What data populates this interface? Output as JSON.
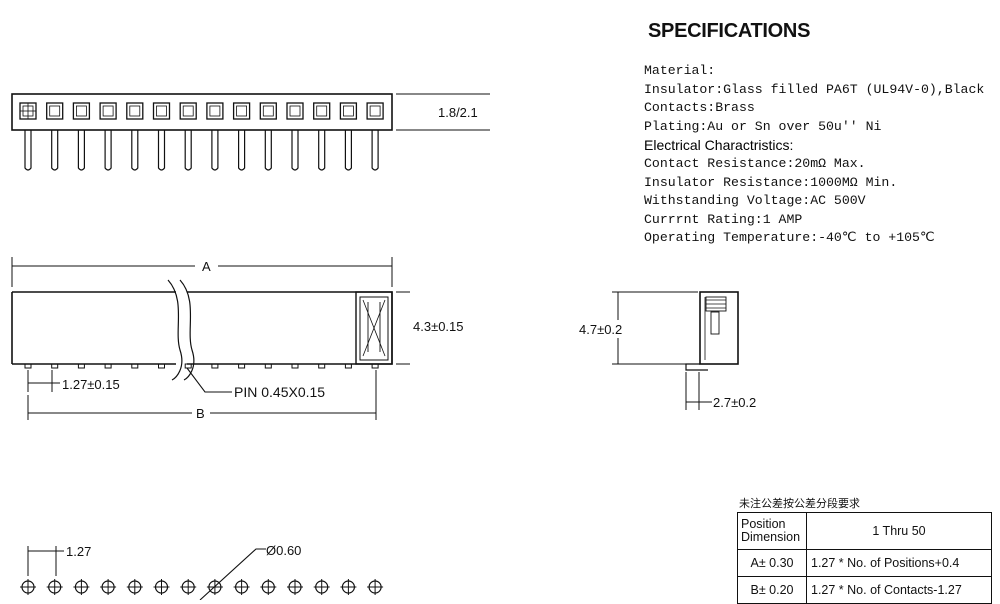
{
  "specs": {
    "title": "SPECIFICATIONS",
    "lines": [
      {
        "text": "Material:",
        "type": "item"
      },
      {
        "text": "Insulator:Glass filled PA6T (UL94V-0),Black",
        "type": "item"
      },
      {
        "text": "Contacts:Brass",
        "type": "item"
      },
      {
        "text": "Plating:Au or Sn over 50u'' Ni",
        "type": "item"
      },
      {
        "text": "Electrical Charactristics:",
        "type": "section"
      },
      {
        "text": "Contact Resistance:20mΩ Max.",
        "type": "item"
      },
      {
        "text": "Insulator Resistance:1000MΩ Min.",
        "type": "item"
      },
      {
        "text": "Withstanding Voltage:AC 500V",
        "type": "item"
      },
      {
        "text": "Currrnt Rating:1 AMP",
        "type": "item"
      },
      {
        "text": "Operating Temperature:-40℃ to +105℃",
        "type": "item"
      }
    ]
  },
  "dimensions": {
    "top_height": "1.8/2.1",
    "length_a": "A",
    "length_b": "B",
    "body_height": "4.3±0.15",
    "pitch": "1.27±0.15",
    "pin_size": "PIN 0.45X0.15",
    "side_height": "4.7±0.2",
    "side_depth": "2.7±0.2",
    "pcb_pitch": "1.27",
    "hole_dia": "Ø0.60"
  },
  "tolerance": {
    "note": "未注公差按公差分段要求",
    "header_left": [
      "Position",
      "Dimension"
    ],
    "header_right": "1 Thru 50",
    "rows": [
      {
        "label": "A± 0.30",
        "value": "1.27 * No. of Positions+0.4"
      },
      {
        "label": "B± 0.20",
        "value": "1.27 * No. of Contacts-1.27"
      }
    ]
  }
}
